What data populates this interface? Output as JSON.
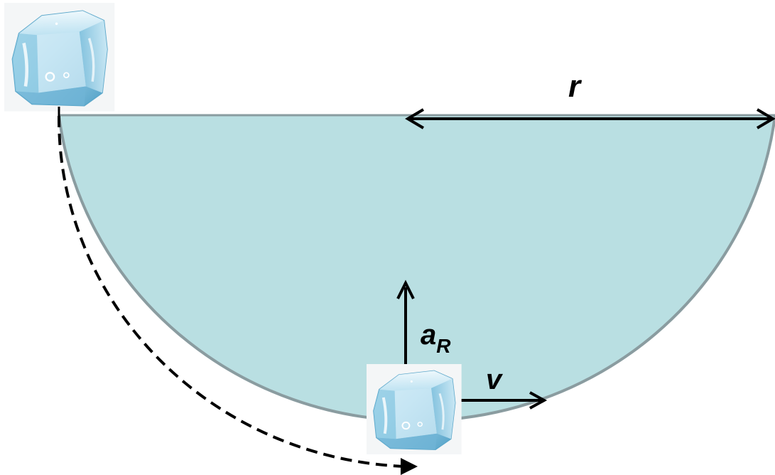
{
  "labels": {
    "radius": "r",
    "accel_main": "a",
    "accel_sub": "R",
    "velocity": "v"
  },
  "colors": {
    "bowl_fill": "#b9dfe2",
    "bowl_edge": "#8a9ca0",
    "path": "#000000",
    "arrow": "#000000",
    "ice_light": "#e3f3fa",
    "ice_mid": "#9fd2e8",
    "ice_dark": "#4b9bc4"
  },
  "icons": {
    "top_object": "ice-cube-icon",
    "bottom_object": "ice-cube-icon"
  }
}
